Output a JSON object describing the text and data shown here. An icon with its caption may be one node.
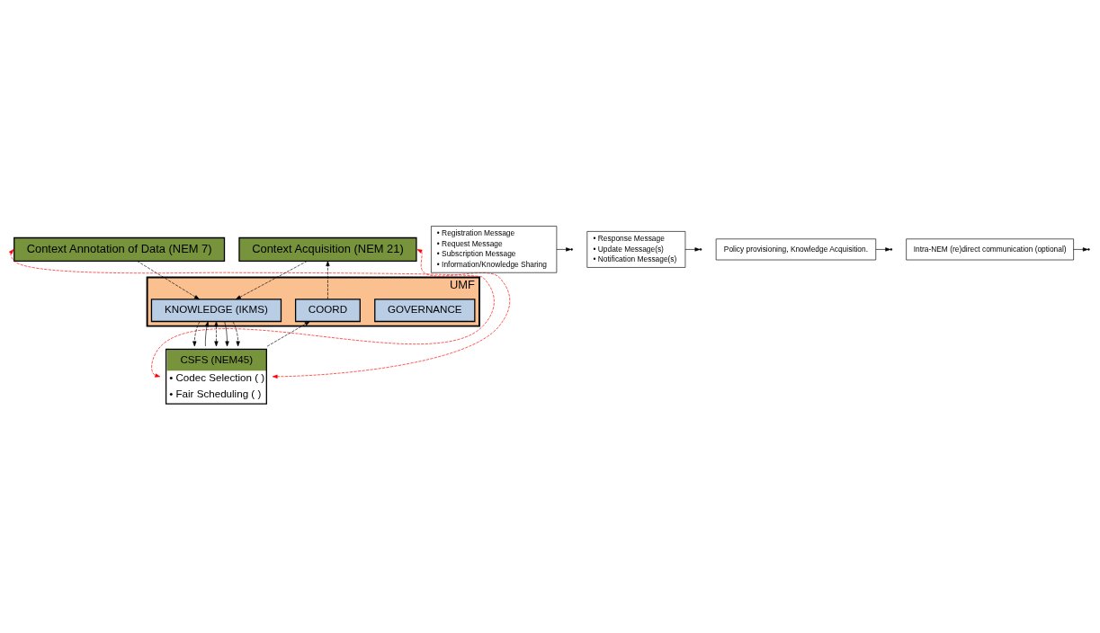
{
  "diagram": {
    "nodes": [
      {
        "text": [
          "Context Annotation of Data (NEM 7)"
        ]
      },
      {
        "text": [
          "Context Acquisition (NEM 21)"
        ]
      },
      {
        "text": [
          "UMF"
        ]
      },
      {
        "text": [
          "GOVERNANCE"
        ],
        "in": 2
      },
      {
        "text": [
          "KNOWLEDGE (IKMS)"
        ],
        "in": 2
      },
      {
        "text": [
          "COORD"
        ],
        "in": 2
      },
      {
        "text": [
          "• Registration Message",
          "• Request Message",
          "• Subscription Message",
          "• Information/Knowledge Sharing"
        ]
      },
      {
        "text": [
          "• Response Message",
          "• Update Message(s)",
          "• Notification Message(s)"
        ]
      },
      {
        "text": [
          "Policy provisioning, Knowledge Acquisition."
        ]
      },
      {
        "text": [
          "Intra-NEM (re)direct communication (optional)"
        ]
      },
      {
        "text": [
          "CSFS (NEM45)",
          "• Codec Selection ( )",
          "• Fair Scheduling ( )"
        ]
      }
    ],
    "edges": [
      {
        "from": 0,
        "to": 4,
        "arrow": "to",
        "style": "dashed"
      },
      {
        "from": 1,
        "to": 4,
        "arrow": "to",
        "style": "dashed"
      },
      {
        "from": 5,
        "to": 1,
        "arrow": "to",
        "style": "dashed"
      },
      {
        "from": 4,
        "to": 10,
        "arrow": "to",
        "style": "dashed"
      },
      {
        "from": 10,
        "to": 4,
        "arrow": "to"
      },
      {
        "from": 4,
        "to": 10,
        "arrow": "both",
        "style": "dashed"
      },
      {
        "from": 4,
        "to": 10,
        "arrow": "to"
      },
      {
        "from": 4,
        "to": 10,
        "arrow": "to",
        "style": "dashed"
      },
      {
        "from": 10,
        "to": 5,
        "arrow": "to",
        "style": "dashed"
      },
      {
        "from": 6,
        "to": null,
        "arrow": "to"
      },
      {
        "from": 7,
        "to": null,
        "arrow": "to"
      },
      {
        "from": 8,
        "to": null,
        "arrow": "to"
      },
      {
        "from": 9,
        "to": null,
        "arrow": "to"
      },
      {
        "from": 0,
        "to": 10,
        "arrow": "both",
        "style": "dashed",
        "color": "#ff0000"
      },
      {
        "from": 1,
        "to": 10,
        "arrow": "both",
        "style": "dashed",
        "color": "#ff0000"
      }
    ]
  }
}
